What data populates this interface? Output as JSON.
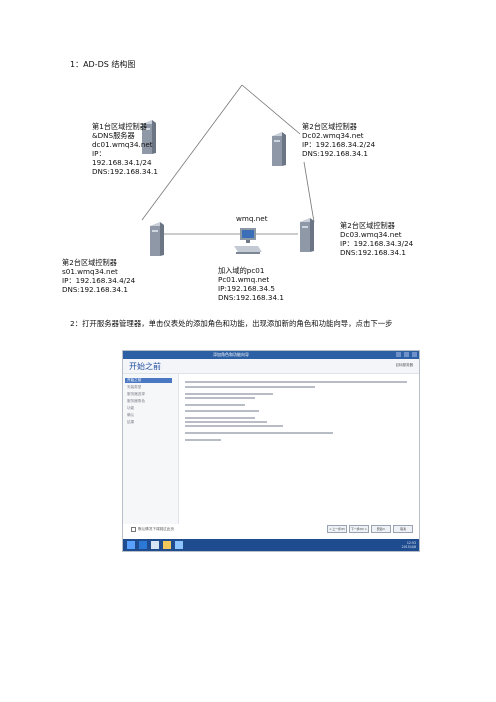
{
  "heading1": "1：AD-DS 结构图",
  "diagram": {
    "top_server": {
      "lines": [
        "第1台区域控制器",
        "&DNS服务器",
        "dc01.wmq34.net",
        "IP：",
        "192.168.34.1/24",
        "DNS:192.168.34.1"
      ]
    },
    "right_top_server": {
      "lines": [
        "第2台区域控制器",
        "Dc02.wmq34.net",
        "IP：192.168.34.2/24",
        "DNS:192.168.34.1"
      ]
    },
    "right_bottom_server": {
      "lines": [
        "第2台区域控制器",
        "Dc03.wmq34.net",
        "IP：192.168.34.3/24",
        "DNS:192.168.34.1"
      ]
    },
    "left_bottom_server": {
      "lines": [
        "第2台区域控制器",
        "s01.wmq34.net",
        "IP：192.168.34.4/24",
        "DNS:192.168.34.1"
      ]
    },
    "pc": {
      "domain": "wmq.net",
      "lines": [
        "加入域的pc01",
        "Pc01.wmq.net",
        "IP:192.168.34.5",
        "DNS:192.168.34.1"
      ]
    }
  },
  "step2": "2：打开服务器管理器，单击仪表处的添加角色和功能，出现添加新的角色和功能向导，点击下一步",
  "screenshot": {
    "window_title": "添加角色和功能向导",
    "page_title": "开始之前",
    "server_label": "目标服务器",
    "nav_items": [
      "开始之前",
      "安装类型",
      "服务器选择",
      "服务器角色",
      "功能",
      "确认",
      "结果"
    ],
    "checkbox_label": "默认情况下将跳过此页",
    "buttons": [
      "< 上一步(P)",
      "下一步(N) >",
      "安装(I)",
      "取消"
    ],
    "tray_time": "12:53",
    "tray_date": "2015/4/8"
  }
}
